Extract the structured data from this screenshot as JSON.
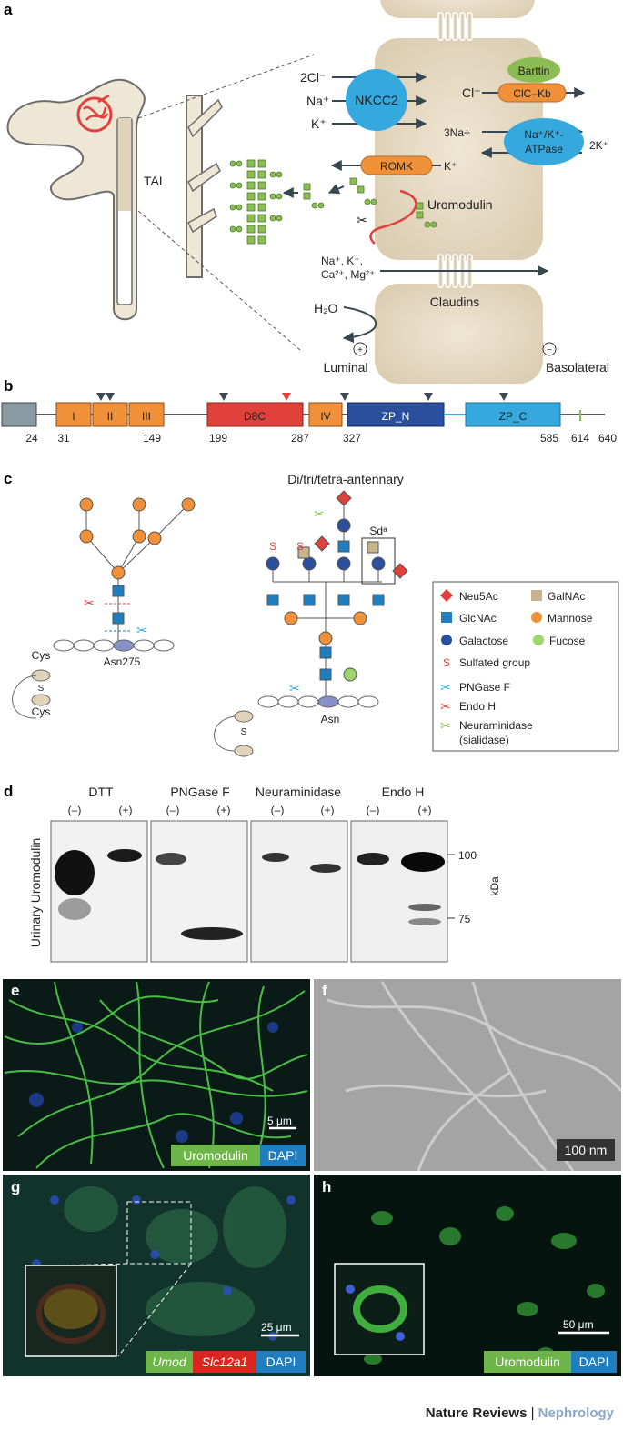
{
  "panels": {
    "a": {
      "label": "a",
      "tal": "TAL",
      "ions_left": [
        "2Cl⁻",
        "Na⁺",
        "K⁺"
      ],
      "nkcc2": "NKCC2",
      "barttin": "Barttin",
      "clc_ion": "Cl⁻",
      "clckb": "ClC–Kb",
      "na3": "3Na+",
      "atpase_line1": "Na⁺/K⁺-",
      "atpase_line2": "ATPase",
      "k2": "2K⁺",
      "romk": "ROMK",
      "romk_k": "K⁺",
      "uromodulin": "Uromodulin",
      "para_ions_line1": "Na⁺, K⁺,",
      "para_ions_line2": "Ca²⁺, Mg²⁺",
      "claudins": "Claudins",
      "h2o": "H₂O",
      "plus": "+",
      "minus": "−",
      "luminal": "Luminal",
      "basolateral": "Basolateral"
    },
    "b": {
      "label": "b",
      "domains": [
        "I",
        "II",
        "III",
        "D8C",
        "IV",
        "ZP_N",
        "ZP_C"
      ],
      "positions": [
        "24",
        "31",
        "149",
        "199",
        "287",
        "327",
        "585",
        "614",
        "640"
      ]
    },
    "c": {
      "label": "c",
      "title": "Di/tri/tetra-antennary",
      "cys_top": "Cys",
      "cys_bottom": "Cys",
      "s": "S",
      "asn275": "Asn275",
      "asn": "Asn",
      "sda": "Sdᵃ",
      "legend": [
        {
          "label": "Neu5Ac"
        },
        {
          "label": "GalNAc"
        },
        {
          "label": "GlcNAc"
        },
        {
          "label": "Mannose"
        },
        {
          "label": "Galactose"
        },
        {
          "label": "Fucose"
        },
        {
          "label": "Sulfated group"
        },
        {
          "label": "PNGase F"
        },
        {
          "label": "Endo H"
        },
        {
          "label": "Neuraminidase"
        },
        {
          "label": "(sialidase)"
        }
      ]
    },
    "d": {
      "label": "d",
      "treatments": [
        "DTT",
        "PNGase F",
        "Neuraminidase",
        "Endo H"
      ],
      "minus": "(–)",
      "plus": "(+)",
      "ylabel": "Urinary Uromodulin",
      "markers": [
        "100",
        "75"
      ],
      "unit": "kDa"
    },
    "e": {
      "label": "e",
      "scale": "5 μm",
      "stain1": "Uromodulin",
      "stain2": "DAPI"
    },
    "f": {
      "label": "f",
      "scale": "100 nm"
    },
    "g": {
      "label": "g",
      "scale": "25 μm",
      "stain1": "Umod",
      "stain2": "Slc12a1",
      "stain3": "DAPI"
    },
    "h": {
      "label": "h",
      "scale": "50 μm",
      "stain1": "Uromodulin",
      "stain2": "DAPI"
    }
  },
  "footer": {
    "journal": "Nature Reviews",
    "sep": " | ",
    "section": "Nephrology"
  },
  "colors": {
    "orange": "#f0913a",
    "red": "#e0413a",
    "navy": "#2a4f9c",
    "lightblue": "#35a9de",
    "cell": "#e8ddc8",
    "green": "#8cbd54"
  }
}
